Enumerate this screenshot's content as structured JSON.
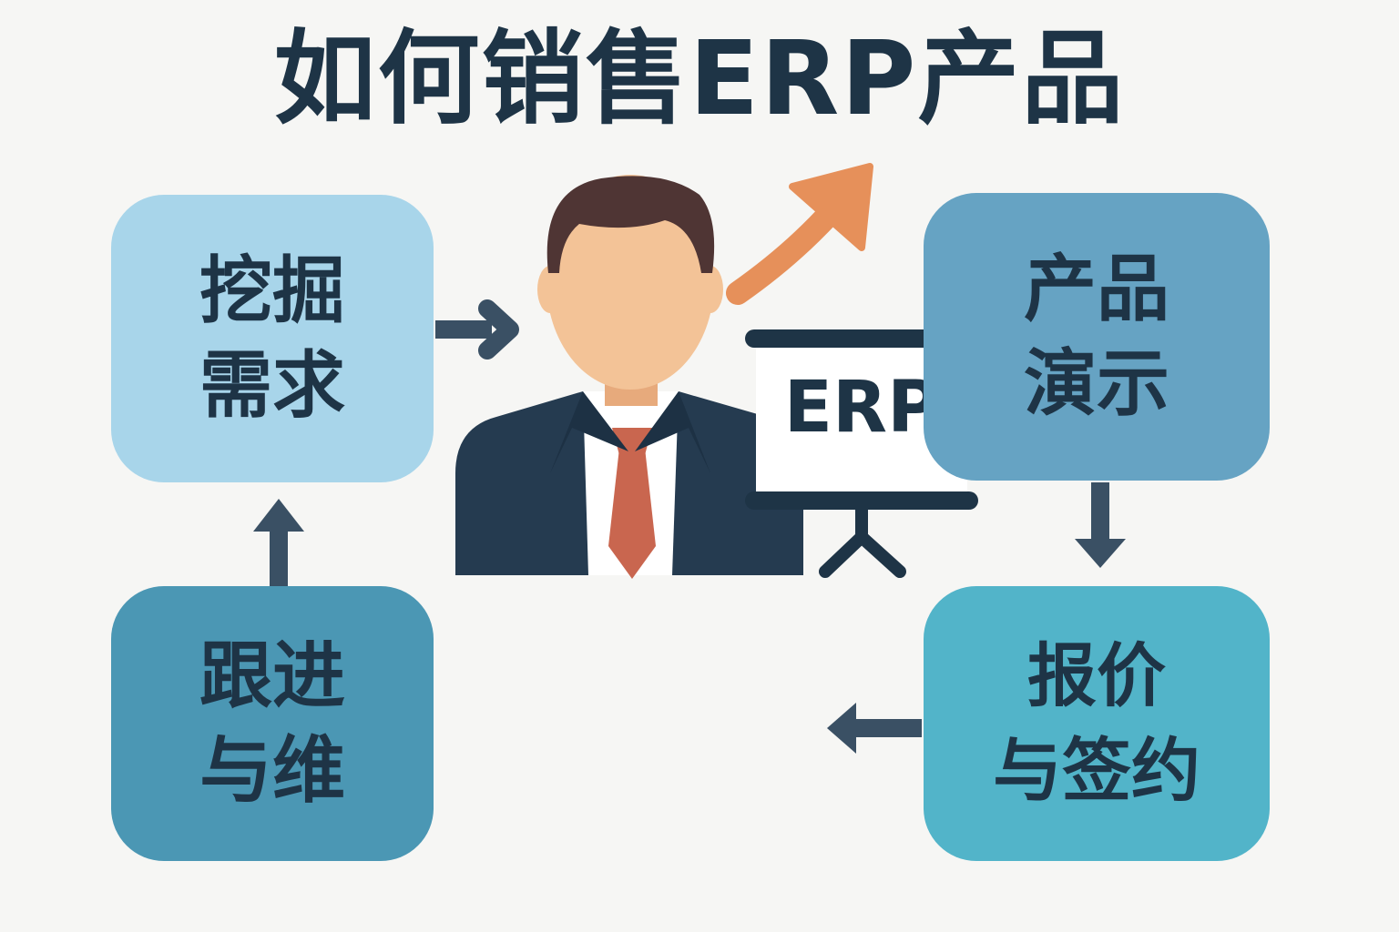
{
  "title": "如何销售ERP产品",
  "steps": [
    {
      "label_line1": "挖掘",
      "label_line2": "需求",
      "color": "#a8d5ea"
    },
    {
      "label_line1": "产品",
      "label_line2": "演示",
      "color": "#66a3c3"
    },
    {
      "label_line1": "报价",
      "label_line2": "与签约",
      "color": "#52b4c9"
    },
    {
      "label_line1": "跟进",
      "label_line2": "与维",
      "color": "#4b97b4"
    }
  ],
  "presentation_board": {
    "text": "ERP"
  },
  "colors": {
    "background": "#f6f6f4",
    "text": "#1e3446",
    "connector_arrow": "#3a5064",
    "growth_arrow": "#e6905a",
    "suit": "#253b50",
    "tie": "#c9664f",
    "skin": "#f3c397",
    "hair": "#4f3534"
  }
}
